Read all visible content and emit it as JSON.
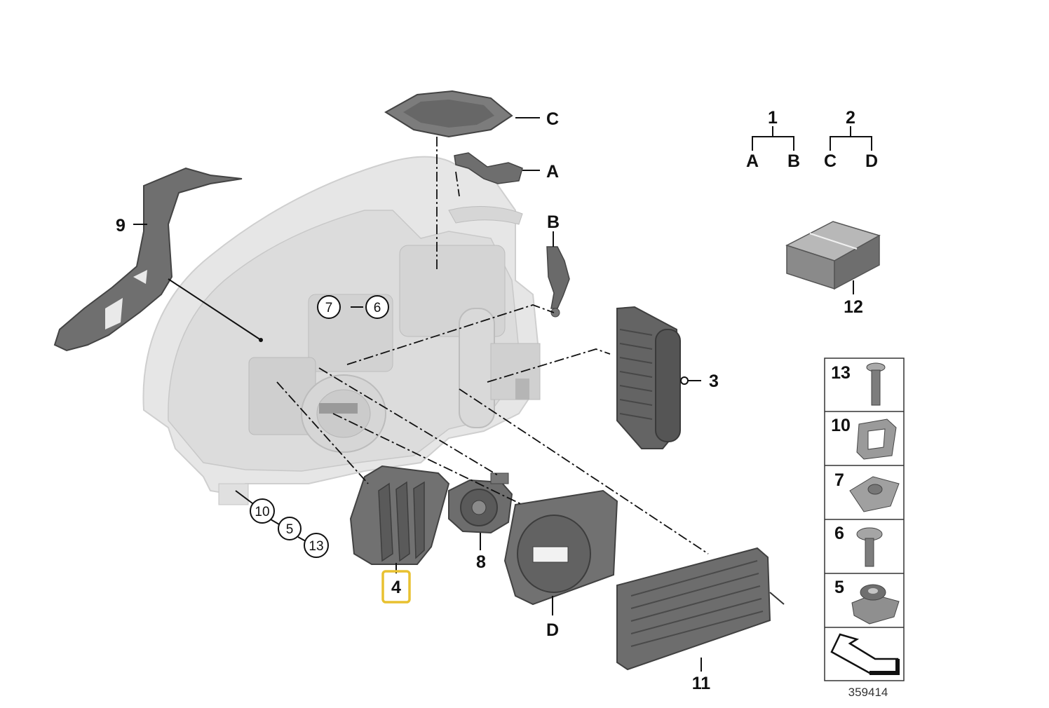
{
  "callouts": {
    "c1": "1",
    "c2": "2",
    "c3": "3",
    "c4": "4",
    "c8": "8",
    "c9": "9",
    "c11": "11",
    "c12": "12",
    "cA": "A",
    "cB": "B",
    "cC": "C",
    "cD": "D",
    "circ7": "7",
    "circ6": "6",
    "circ10": "10",
    "circ5": "5",
    "circ13": "13"
  },
  "tree": [
    {
      "parent": "1",
      "children": [
        "A",
        "B"
      ]
    },
    {
      "parent": "2",
      "children": [
        "C",
        "D"
      ]
    }
  ],
  "fastener_panel": [
    "13",
    "10",
    "7",
    "6",
    "5"
  ],
  "diagram_code": "359414",
  "highlight": {
    "label": "4",
    "color": "#e8c130"
  },
  "colors": {
    "housing": "#e4e4e4",
    "part": "#7a7a7a",
    "part_dark": "#555555"
  }
}
